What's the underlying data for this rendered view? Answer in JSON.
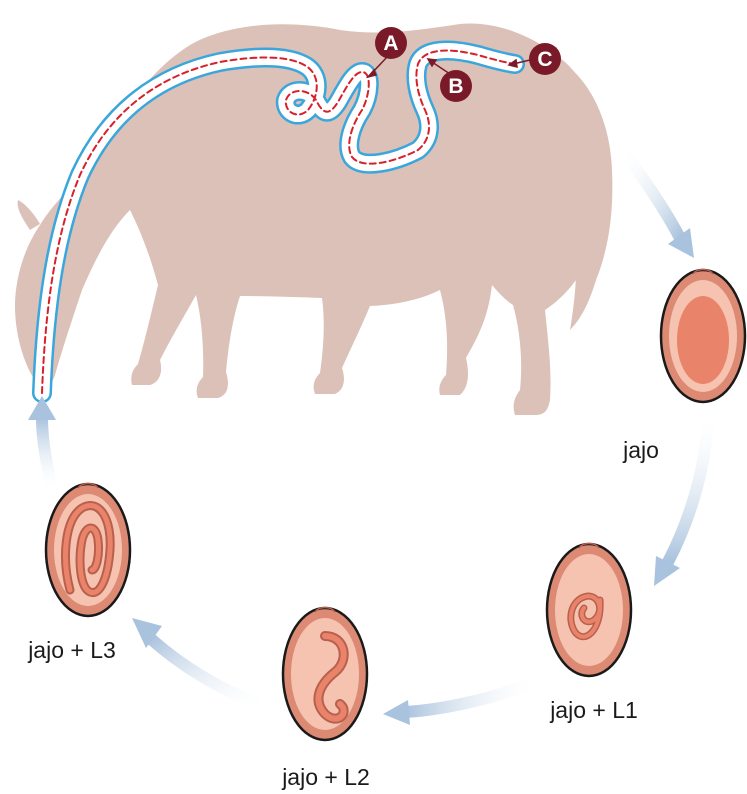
{
  "colors": {
    "horse": "#dcc1b8",
    "gut_outline": "#3aa6dc",
    "gut_fill": "#ffffff",
    "gut_dash": "#d8202a",
    "marker": "#7a1a28",
    "arrow": "#a9c2dd",
    "egg_outer": "#dd8a74",
    "egg_inner": "#f5c3b0",
    "egg_core": "#e9836a",
    "egg_outline": "#1a1a1a"
  },
  "markers": [
    {
      "id": "A",
      "label": "A"
    },
    {
      "id": "B",
      "label": "B"
    },
    {
      "id": "C",
      "label": "C"
    }
  ],
  "stages": [
    {
      "id": "egg",
      "label": "jajo"
    },
    {
      "id": "egg-l1",
      "label": "jajo + L1"
    },
    {
      "id": "egg-l2",
      "label": "jajo + L2"
    },
    {
      "id": "egg-l3",
      "label": "jajo + L3"
    }
  ]
}
